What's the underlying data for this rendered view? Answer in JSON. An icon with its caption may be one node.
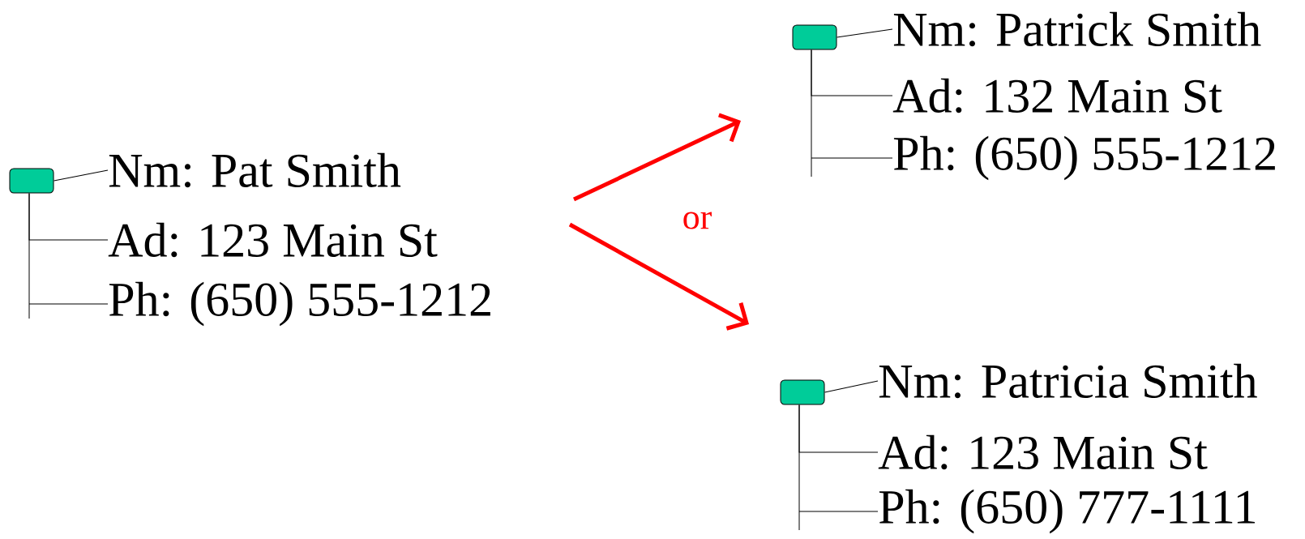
{
  "diagram": {
    "nodes": [
      {
        "text": [],
        "shape": "box"
      },
      {
        "text": [
          "Nm: Pat Smith"
        ]
      },
      {
        "text": [
          "Ad: 123 Main St"
        ]
      },
      {
        "text": [
          "Ph: (650) 555-1212"
        ]
      },
      {
        "text": [],
        "shape": "box"
      },
      {
        "text": [
          "Nm: Patrick Smith"
        ]
      },
      {
        "text": [
          "Ad: 132 Main St"
        ]
      },
      {
        "text": [
          "Ph: (650) 555-1212"
        ]
      },
      {
        "text": [],
        "shape": "box"
      },
      {
        "text": [
          "Nm: Patricia Smith"
        ]
      },
      {
        "text": [
          "Ad: 123 Main St"
        ]
      },
      {
        "text": [
          "Ph: (650) 777-1111"
        ]
      }
    ],
    "edges": [
      {
        "from": 0,
        "to": 1,
        "arrow": "none"
      },
      {
        "from": 0,
        "to": 2,
        "arrow": "none"
      },
      {
        "from": 0,
        "to": 3,
        "arrow": "none"
      },
      {
        "from": 4,
        "to": 5,
        "arrow": "none"
      },
      {
        "from": 4,
        "to": 6,
        "arrow": "none"
      },
      {
        "from": 4,
        "to": 7,
        "arrow": "none"
      },
      {
        "from": 8,
        "to": 9,
        "arrow": "none"
      },
      {
        "from": 8,
        "to": 10,
        "arrow": "none"
      },
      {
        "from": 8,
        "to": 11,
        "arrow": "none"
      }
    ],
    "labels": [
      "or"
    ]
  }
}
